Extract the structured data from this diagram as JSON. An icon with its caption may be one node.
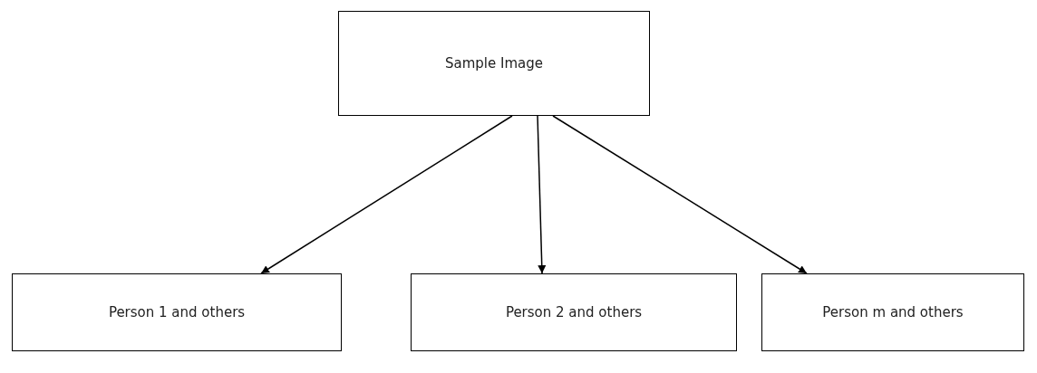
{
  "diagram": {
    "nodes": [
      {
        "text": [
          "Sample Image"
        ]
      },
      {
        "text": [
          "Person 1 and others"
        ]
      },
      {
        "text": [
          "Person 2 and others"
        ]
      },
      {
        "text": [
          "Person m and others"
        ]
      }
    ],
    "edges": [
      {
        "from": 0,
        "to": 1,
        "arrow": "to"
      },
      {
        "from": 0,
        "to": 2,
        "arrow": "to"
      },
      {
        "from": 0,
        "to": 3,
        "arrow": "to"
      }
    ]
  }
}
